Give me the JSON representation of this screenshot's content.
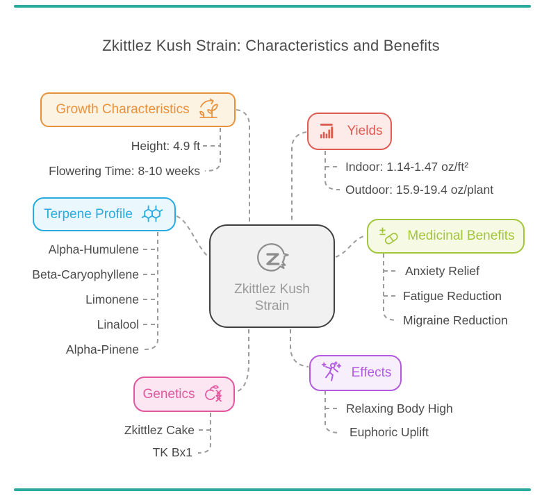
{
  "title": "Zkittlez Kush Strain: Characteristics and Benefits",
  "colors": {
    "accent": "#2aa79e",
    "connector": "#9b9b9b",
    "text": "#4a4a4a",
    "title": "#4b4b4b",
    "center_border": "#3f3f3f",
    "center_bg": "#f1f1f1",
    "center_text": "#9a9a9a",
    "center_icon": "#8d8d8d"
  },
  "center": {
    "icon": "flame-z-icon",
    "label_lines": [
      "Zkittlez Kush",
      "Strain"
    ]
  },
  "branches": {
    "growth": {
      "label": "Growth Characteristics",
      "icon": "sprout-growth-icon",
      "color": "#e8913c",
      "bg": "#fdf3e3",
      "items": [
        "Height: 4.9 ft",
        "Flowering Time: 8-10 weeks"
      ]
    },
    "yields": {
      "label": "Yields",
      "icon": "bar-chart-icon",
      "color": "#df5a52",
      "bg": "#fcebe8",
      "items": [
        "Indoor: 1.14-1.47 oz/ft²",
        "Outdoor: 15.9-19.4 oz/plant"
      ]
    },
    "terpene": {
      "label": "Terpene Profile",
      "icon": "molecule-icon",
      "color": "#29abe2",
      "bg": "#eaf7fd",
      "items": [
        "Alpha-Humulene",
        "Beta-Caryophyllene",
        "Limonene",
        "Linalool",
        "Alpha-Pinene"
      ]
    },
    "medicinal": {
      "label": "Medicinal Benefits",
      "icon": "pill-icon",
      "color": "#a3c53c",
      "bg": "#f6fae4",
      "items": [
        "Anxiety Relief",
        "Fatigue Reduction",
        "Migraine Reduction"
      ]
    },
    "genetics": {
      "label": "Genetics",
      "icon": "dna-apple-icon",
      "color": "#e0579d",
      "bg": "#fbe6f2",
      "items": [
        "Zkittlez Cake",
        "TK Bx1"
      ]
    },
    "effects": {
      "label": "Effects",
      "icon": "dancing-person-icon",
      "color": "#b15ae0",
      "bg": "#f8effc",
      "items": [
        "Relaxing Body High",
        "Euphoric Uplift"
      ]
    }
  }
}
